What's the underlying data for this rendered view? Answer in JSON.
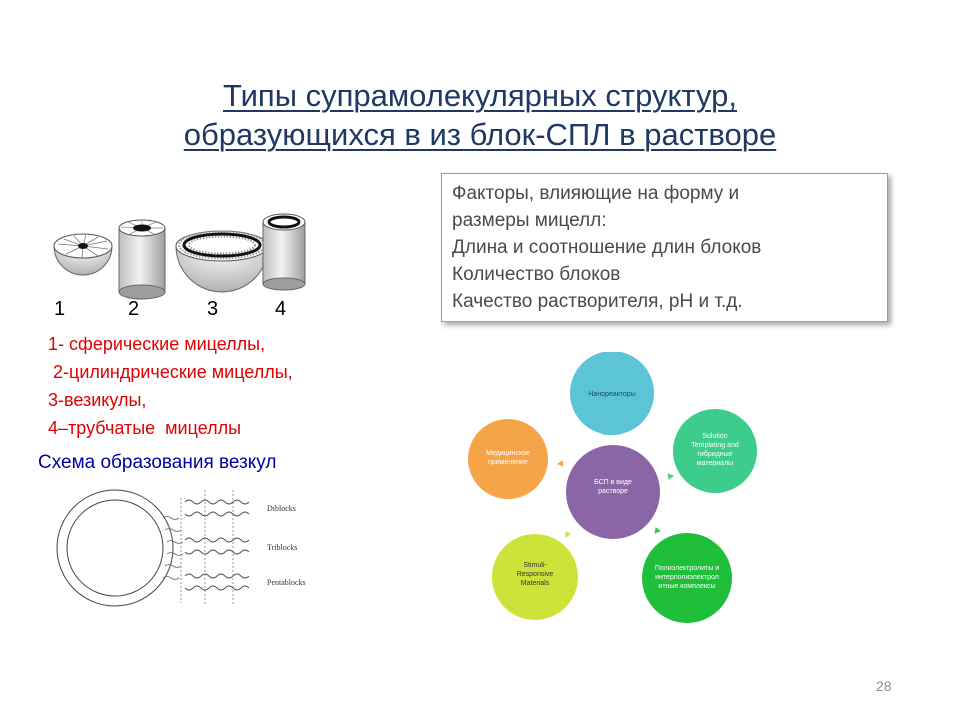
{
  "title": {
    "line1": "Типы супрамолекулярных структур,",
    "line2": "образующихся в из  блок-СПЛ в растворе"
  },
  "factors": {
    "lines": [
      "Факторы, влияющие на форму и",
      "размеры мицелл:",
      "Длина и соотношение длин блоков",
      "Количество блоков",
      "Качество растворителя, pH и т.д."
    ]
  },
  "structure_numbers": [
    "1",
    "2",
    "3",
    "4"
  ],
  "legend": [
    "1- сферические мицеллы,",
    " 2-цилиндрические мицеллы,",
    "3-везикулы,",
    "4–трубчатые  мицеллы"
  ],
  "schema_title": "Схема образования везкул",
  "vesicle_labels": [
    "Diblocks",
    "Triblocks",
    "Pentablocks"
  ],
  "cycle": {
    "center": [
      "БСП в виде",
      "растворе"
    ],
    "nodes": [
      {
        "lines": [
          "Нанореакторы"
        ],
        "color": "#5bc4d6"
      },
      {
        "lines": [
          "Solution",
          "Templating and",
          "гибридные",
          "материалы"
        ],
        "color": "#3ecc8a"
      },
      {
        "lines": [
          "Полиэлектролиты и",
          "интерполиэлектрол",
          "итные комплексы"
        ],
        "color": "#1fbf3a"
      },
      {
        "lines": [
          "Stimuli-",
          "Responsive",
          "Materials"
        ],
        "color": "#cde33a"
      },
      {
        "lines": [
          "Медицинское",
          "применение"
        ],
        "color": "#f5a548"
      }
    ],
    "center_color": "#8b66a6"
  },
  "page_number": "28"
}
